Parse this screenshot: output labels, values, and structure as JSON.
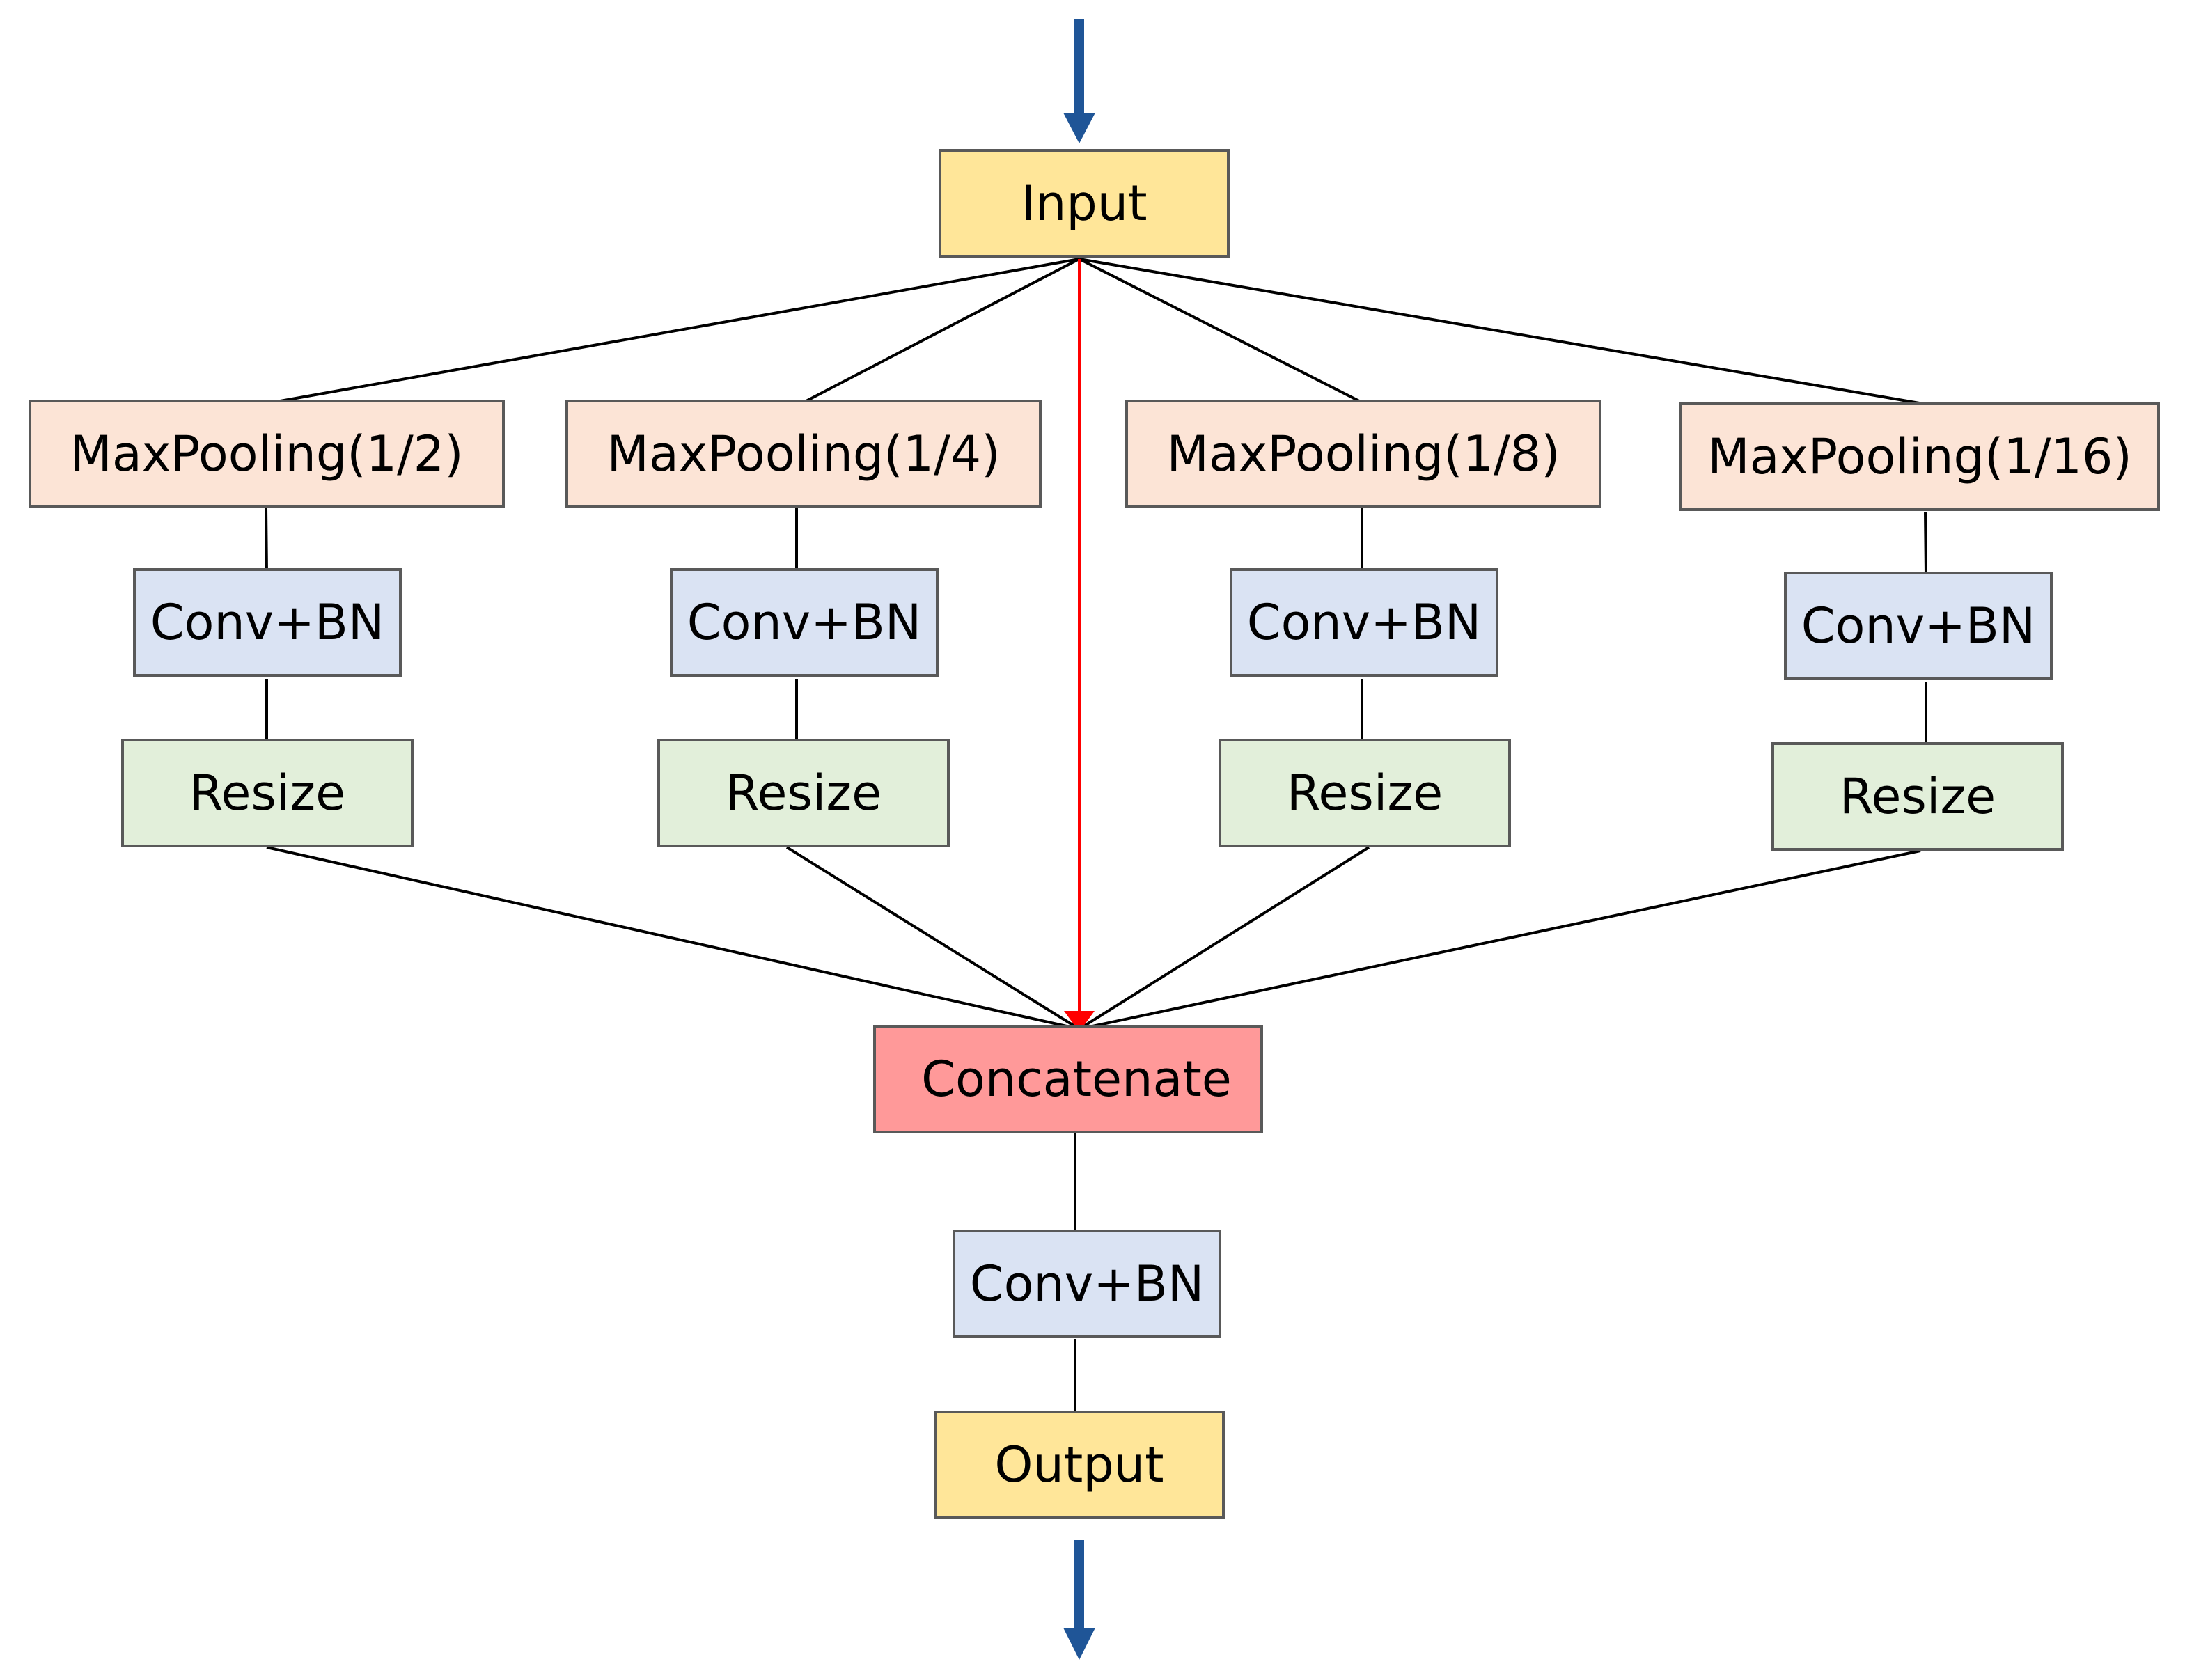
{
  "diagram": {
    "nodes": {
      "input": {
        "label": "Input",
        "kind": "io"
      },
      "pool_1": {
        "label": "MaxPooling(1/2)",
        "kind": "pool"
      },
      "pool_2": {
        "label": "MaxPooling(1/4)",
        "kind": "pool"
      },
      "pool_3": {
        "label": "MaxPooling(1/8)",
        "kind": "pool"
      },
      "pool_4": {
        "label": "MaxPooling(1/16)",
        "kind": "pool"
      },
      "conv_1": {
        "label": "Conv+BN",
        "kind": "conv"
      },
      "conv_2": {
        "label": "Conv+BN",
        "kind": "conv"
      },
      "conv_3": {
        "label": "Conv+BN",
        "kind": "conv"
      },
      "conv_4": {
        "label": "Conv+BN",
        "kind": "conv"
      },
      "resize_1": {
        "label": "Resize",
        "kind": "resize"
      },
      "resize_2": {
        "label": "Resize",
        "kind": "resize"
      },
      "resize_3": {
        "label": "Resize",
        "kind": "resize"
      },
      "resize_4": {
        "label": "Resize",
        "kind": "resize"
      },
      "concat": {
        "label": "Concatenate",
        "kind": "concat"
      },
      "conv_out": {
        "label": "Conv+BN",
        "kind": "conv"
      },
      "output": {
        "label": "Output",
        "kind": "io"
      }
    },
    "edges": [
      {
        "from": "input",
        "to": "pool_1"
      },
      {
        "from": "input",
        "to": "pool_2"
      },
      {
        "from": "input",
        "to": "pool_3"
      },
      {
        "from": "input",
        "to": "pool_4"
      },
      {
        "from": "input",
        "to": "concat",
        "style": "skip"
      },
      {
        "from": "pool_1",
        "to": "conv_1"
      },
      {
        "from": "pool_2",
        "to": "conv_2"
      },
      {
        "from": "pool_3",
        "to": "conv_3"
      },
      {
        "from": "pool_4",
        "to": "conv_4"
      },
      {
        "from": "conv_1",
        "to": "resize_1"
      },
      {
        "from": "conv_2",
        "to": "resize_2"
      },
      {
        "from": "conv_3",
        "to": "resize_3"
      },
      {
        "from": "conv_4",
        "to": "resize_4"
      },
      {
        "from": "resize_1",
        "to": "concat"
      },
      {
        "from": "resize_2",
        "to": "concat"
      },
      {
        "from": "resize_3",
        "to": "concat"
      },
      {
        "from": "resize_4",
        "to": "concat"
      },
      {
        "from": "concat",
        "to": "conv_out"
      },
      {
        "from": "conv_out",
        "to": "output"
      }
    ],
    "colors": {
      "io": "#ffe699",
      "pool": "#fce4d6",
      "conv": "#dae3f3",
      "resize": "#e2efda",
      "concat": "#ff9999",
      "flow_arrow": "#1f5597",
      "skip_edge": "#ff0000",
      "edge": "#000000",
      "box_border": "#595959"
    }
  }
}
